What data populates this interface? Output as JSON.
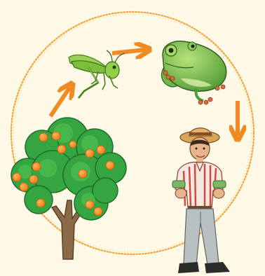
{
  "diagram": {
    "background_color": "#fdf9e6",
    "ring_color": "#f3a53c",
    "arrow_color": "#f08a24",
    "nodes": [
      {
        "name": "orange-tree-node",
        "icon": "orange-tree-icon"
      },
      {
        "name": "grasshopper-node",
        "icon": "grasshopper-icon"
      },
      {
        "name": "frog-node",
        "icon": "frog-icon"
      },
      {
        "name": "farmer-node",
        "icon": "farmer-icon"
      }
    ],
    "arrows": [
      {
        "from": "orange-tree-node",
        "to": "grasshopper-node",
        "direction": "up-right"
      },
      {
        "from": "grasshopper-node",
        "to": "frog-node",
        "direction": "right"
      },
      {
        "from": "frog-node",
        "to": "farmer-node",
        "direction": "down"
      }
    ]
  }
}
